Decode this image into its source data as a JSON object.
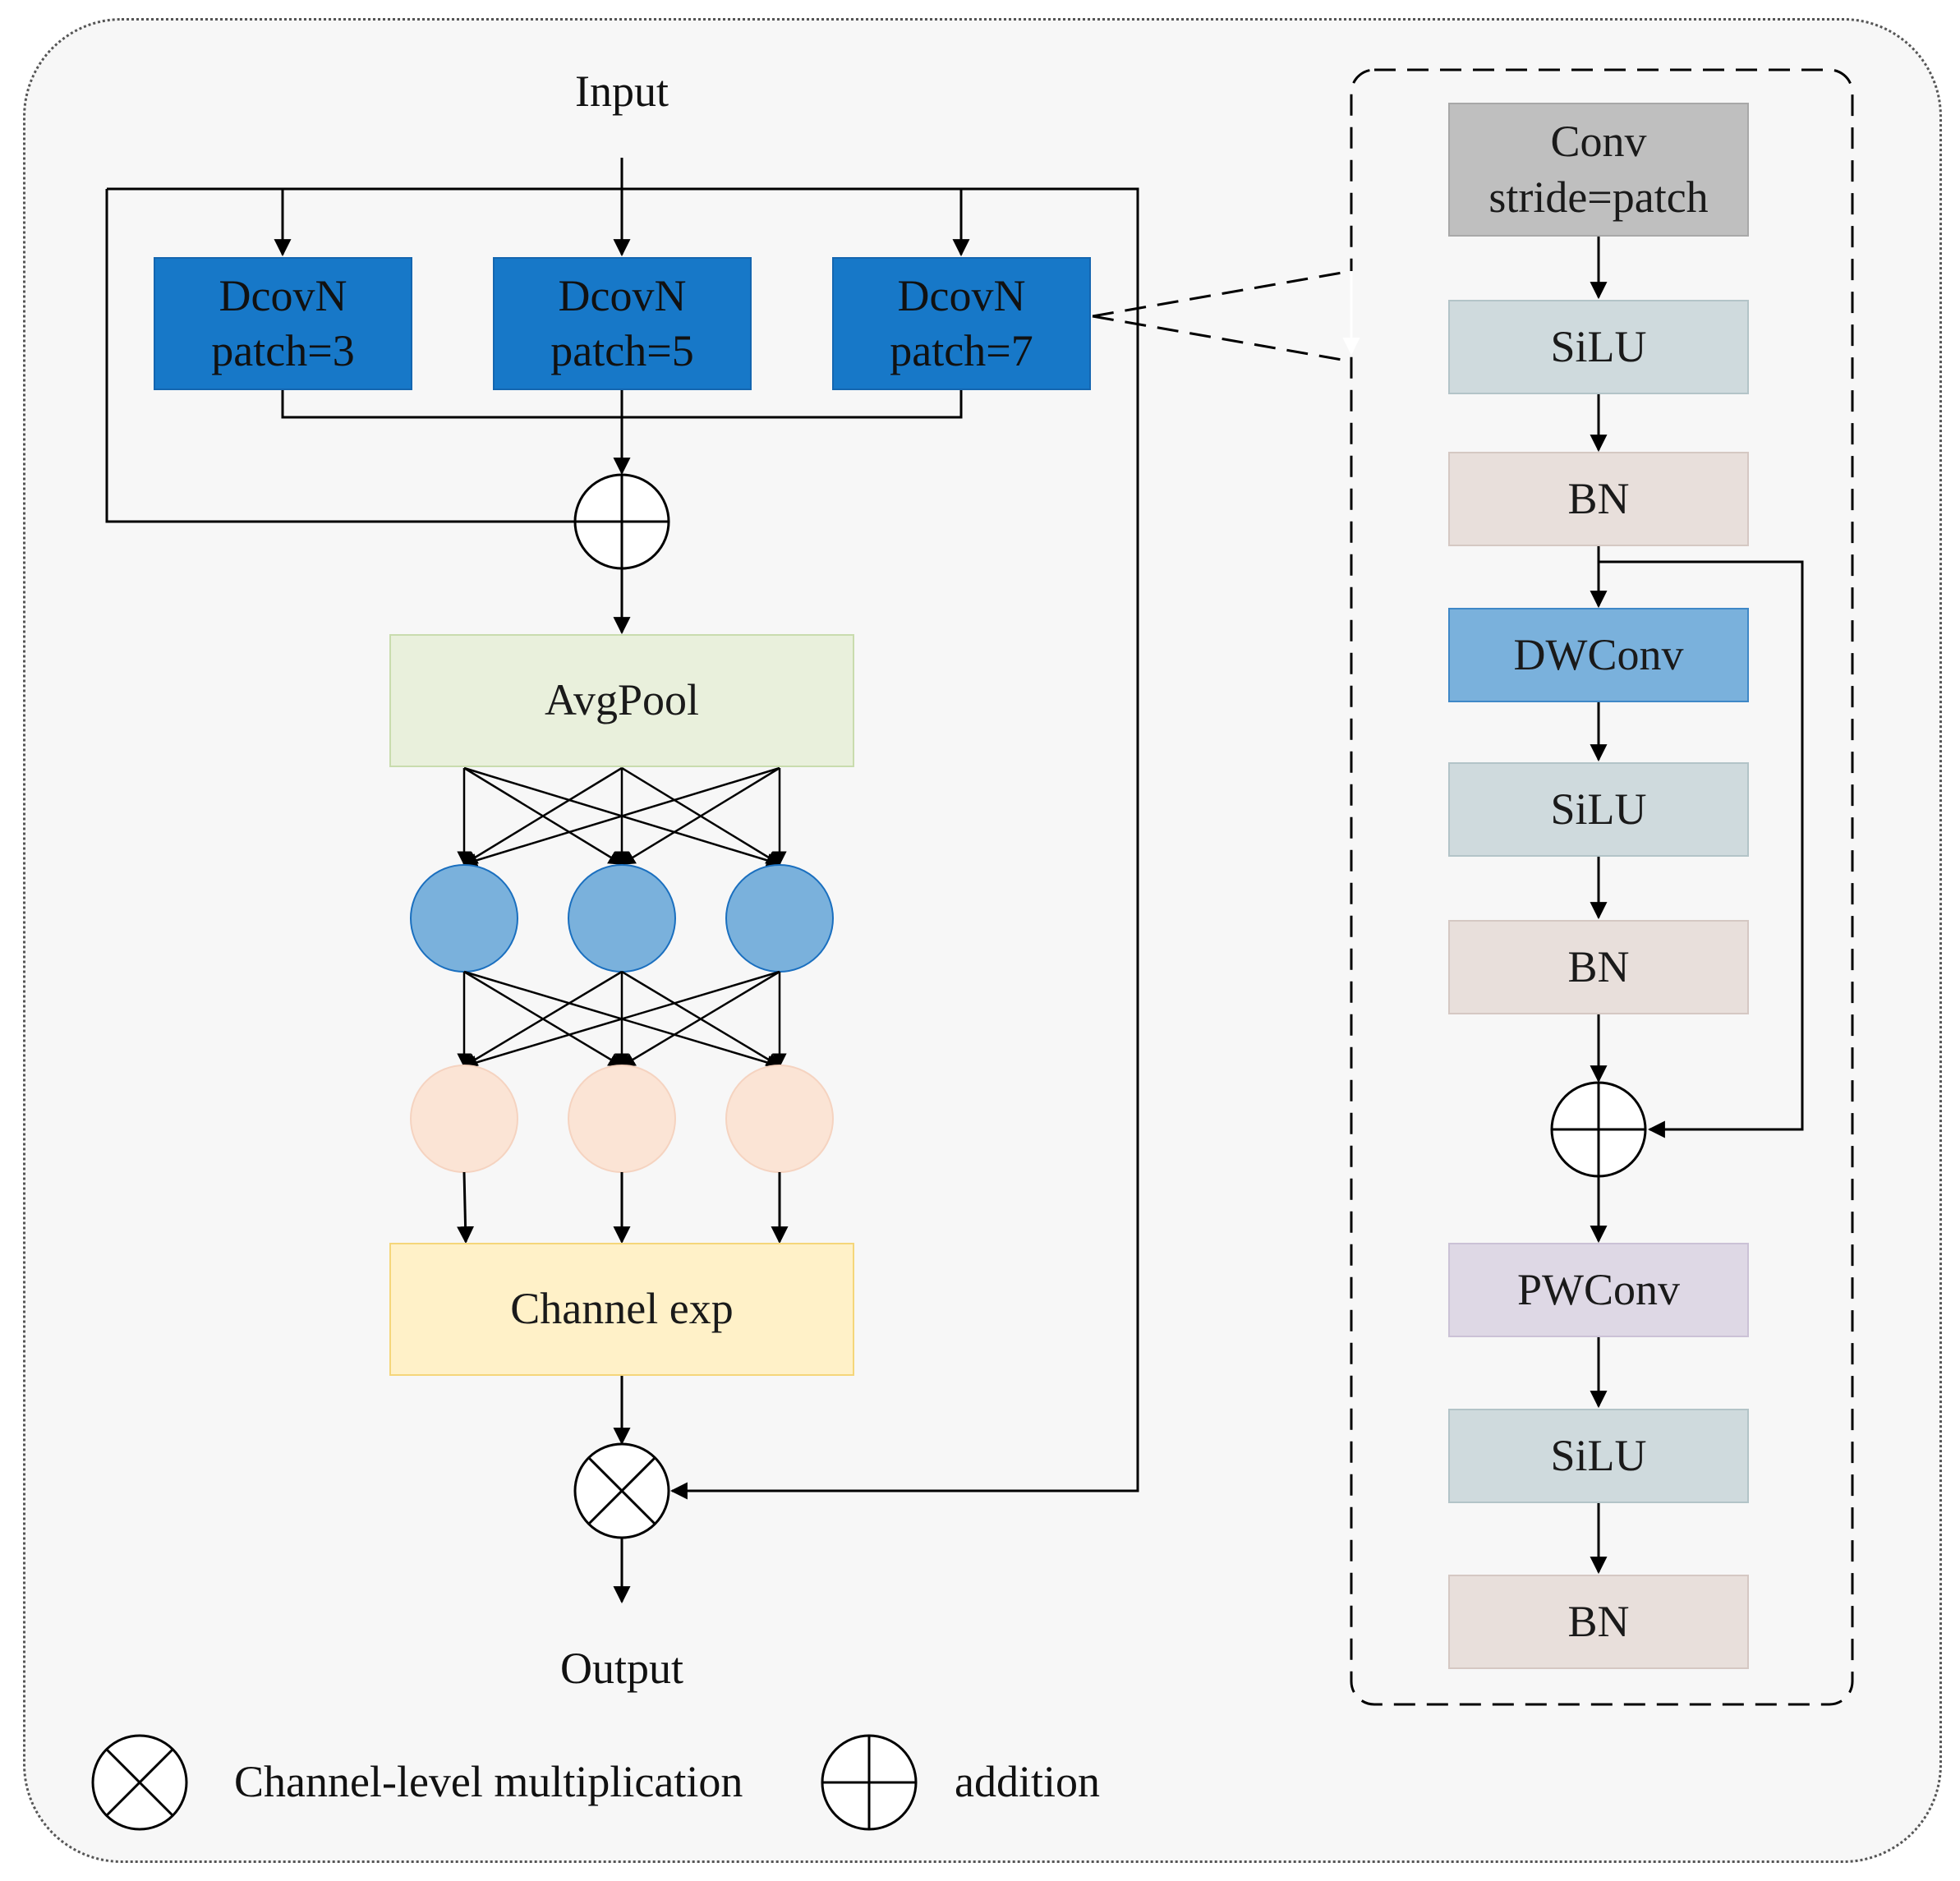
{
  "main": {
    "input_label": "Input",
    "output_label": "Output",
    "dconv_blocks": [
      {
        "line1": "DcovN",
        "line2": "patch=3"
      },
      {
        "line1": "DcovN",
        "line2": "patch=5"
      },
      {
        "line1": "DcovN",
        "line2": "patch=7"
      }
    ],
    "avgpool_label": "AvgPool",
    "channel_exp_label": "Channel exp"
  },
  "detail": {
    "conv_line1": "Conv",
    "conv_line2": "stride=patch",
    "silu_1": "SiLU",
    "bn_1": "BN",
    "dwconv": "DWConv",
    "silu_2": "SiLU",
    "bn_2": "BN",
    "pwconv": "PWConv",
    "silu_3": "SiLU",
    "bn_3": "BN"
  },
  "legend": {
    "multiplication_label": "Channel-level multiplication",
    "addition_label": "addition"
  },
  "colors": {
    "dconv_fill": "#1778c8",
    "avgpool_fill": "#e9f0dc",
    "channel_exp_fill": "#fff1c8",
    "hidden_node_fill": "#7ab1dc",
    "output_node_fill": "#fbe4d5",
    "conv_fill": "#bfbfbf",
    "silu_fill": "#cfdadd",
    "bn_fill": "#e8dfdb",
    "dwconv_fill": "#7ab1dc",
    "pwconv_fill": "#ded8e5"
  }
}
